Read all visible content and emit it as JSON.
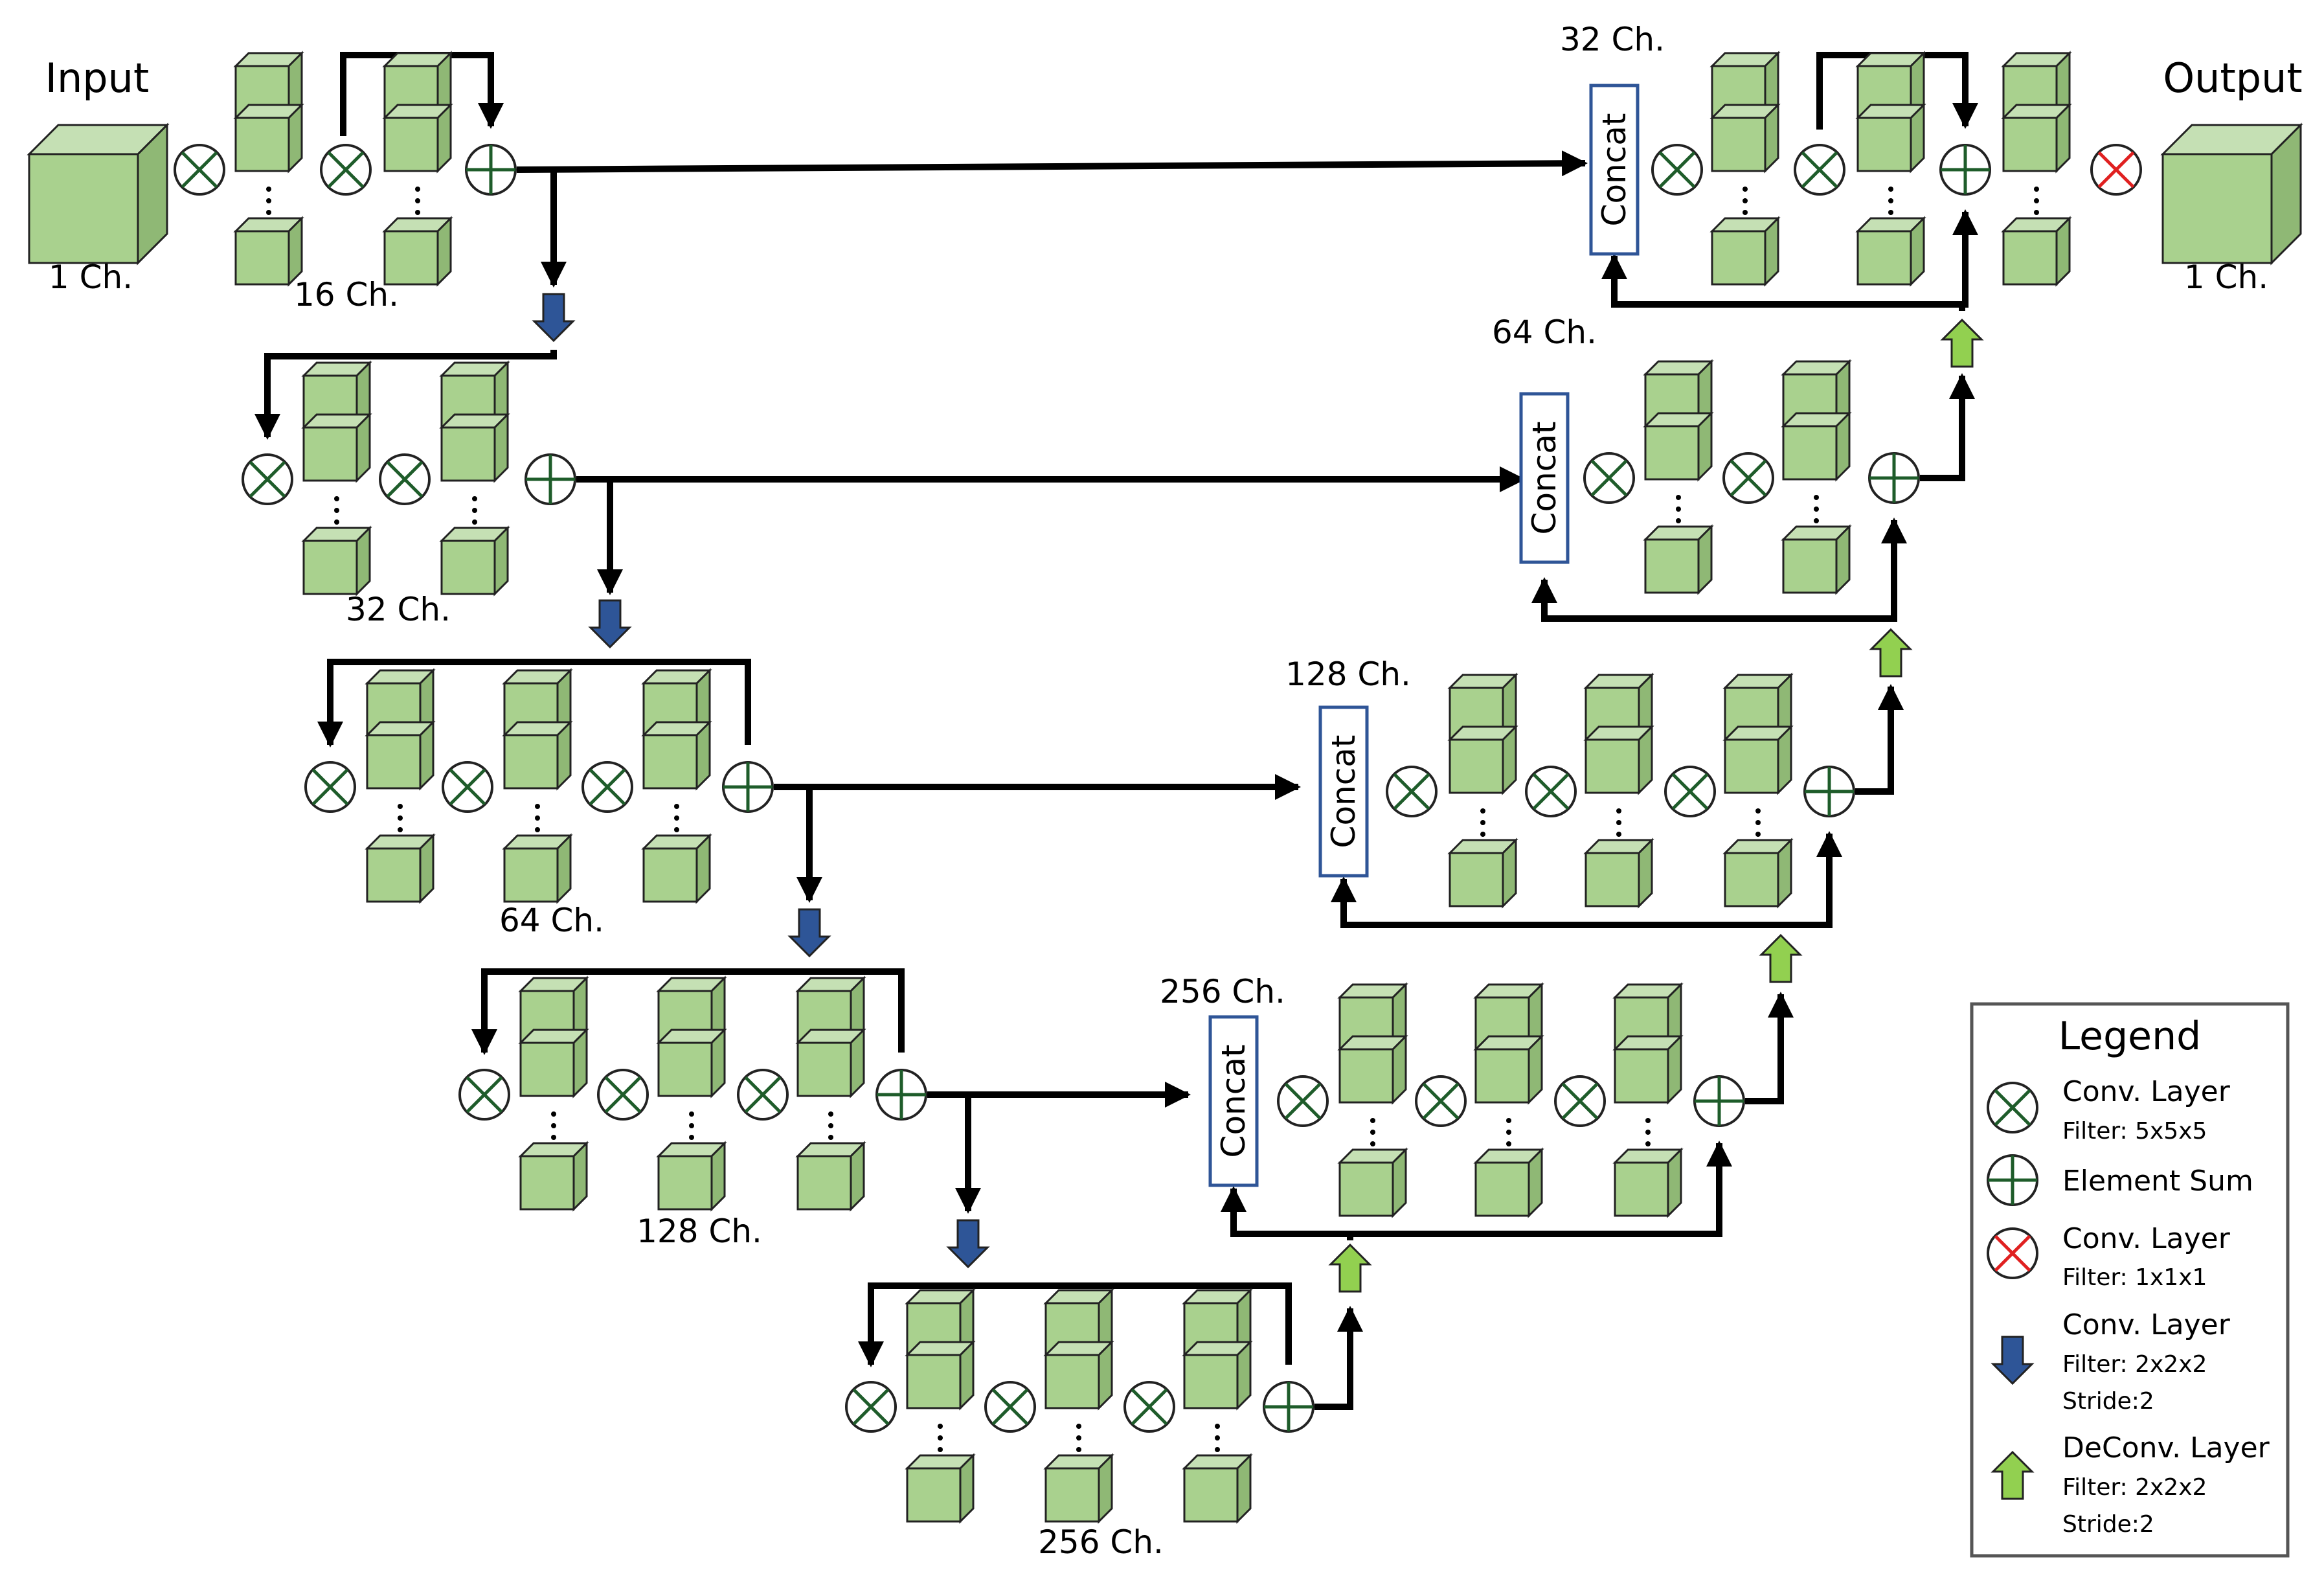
{
  "io": {
    "input_title": "Input",
    "input_channels": "1 Ch.",
    "output_title": "Output",
    "output_channels": "1 Ch."
  },
  "concat_label": "Concat",
  "encoder": [
    {
      "level": 1,
      "channels_label": "16 Ch.",
      "conv_layers": 2
    },
    {
      "level": 2,
      "channels_label": "32 Ch.",
      "conv_layers": 2
    },
    {
      "level": 3,
      "channels_label": "64 Ch.",
      "conv_layers": 3
    },
    {
      "level": 4,
      "channels_label": "128 Ch.",
      "conv_layers": 3
    },
    {
      "level": 5,
      "channels_label": "256 Ch.",
      "conv_layers": 3
    }
  ],
  "decoder": [
    {
      "level": 1,
      "channels_label": "32 Ch.",
      "conv_layers": 2
    },
    {
      "level": 2,
      "channels_label": "64 Ch.",
      "conv_layers": 2
    },
    {
      "level": 3,
      "channels_label": "128 Ch.",
      "conv_layers": 3
    },
    {
      "level": 4,
      "channels_label": "256 Ch.",
      "conv_layers": 3
    }
  ],
  "legend": {
    "title": "Legend",
    "items": [
      {
        "icon": "conv-circle-icon",
        "label": "Conv. Layer",
        "detail": [
          "Filter: 5x5x5"
        ]
      },
      {
        "icon": "element-sum-icon",
        "label": "Element Sum",
        "detail": []
      },
      {
        "icon": "conv-1x1-red-circle-icon",
        "label": "Conv. Layer",
        "detail": [
          "Filter: 1x1x1"
        ]
      },
      {
        "icon": "down-arrow-blue-icon",
        "label": "Conv. Layer",
        "detail": [
          "Filter: 2x2x2",
          "Stride:2"
        ]
      },
      {
        "icon": "up-arrow-green-icon",
        "label": "DeConv. Layer",
        "detail": [
          "Filter: 2x2x2",
          "Stride:2"
        ]
      }
    ]
  },
  "colors": {
    "cube_front": "#a9d18e",
    "cube_top": "#c5e0b4",
    "cube_side": "#8fb875",
    "cube_stroke": "#222222",
    "conv_symbol": "#1e5c2a",
    "conv_1x1": "#e02020",
    "down_arrow": "#2e5597",
    "up_arrow": "#92d050",
    "concat_border": "#2f5597",
    "line": "#000000"
  }
}
